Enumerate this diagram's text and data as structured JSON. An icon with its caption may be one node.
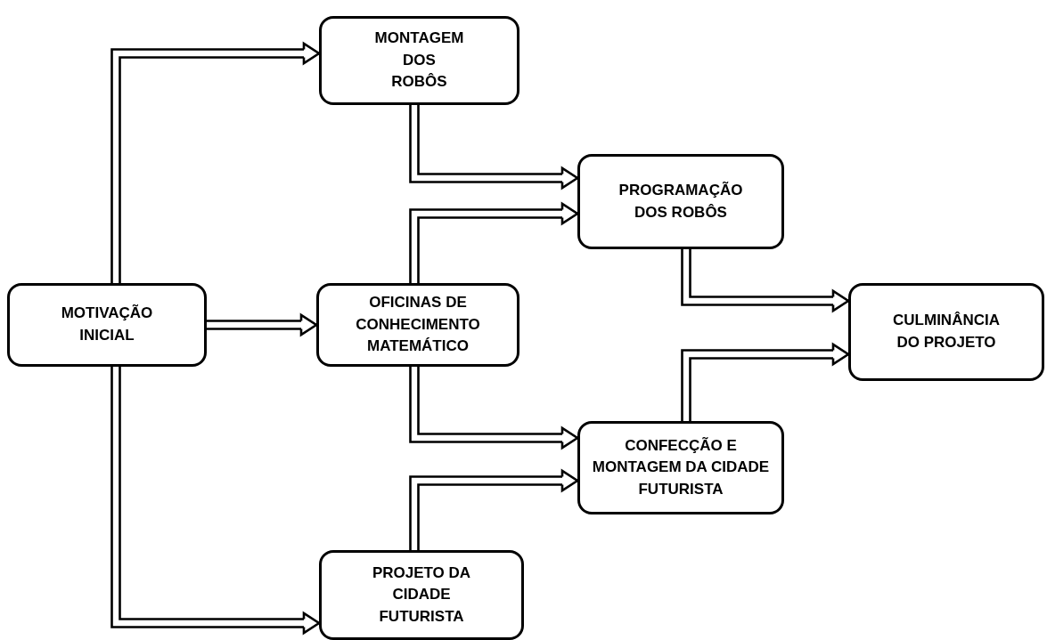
{
  "diagram": {
    "nodes": [
      {
        "text": [
          "MOTIVAÇÃO INICIAL"
        ]
      },
      {
        "text": [
          "MONTAGEM DOS ROBÔS"
        ]
      },
      {
        "text": [
          "OFICINAS DE CONHECIMENTO MATEMÁTICO"
        ]
      },
      {
        "text": [
          "PROJETO DA CIDADE FUTURISTA"
        ]
      },
      {
        "text": [
          "PROGRAMAÇÃO DOS ROBÔS"
        ]
      },
      {
        "text": [
          "CONFECÇÃO E MONTAGEM DA CIDADE FUTURISTA"
        ]
      },
      {
        "text": [
          "CULMINÂNCIA DO PROJETO"
        ]
      }
    ],
    "edges": [
      {
        "from": 0,
        "to": 1,
        "arrow": "to"
      },
      {
        "from": 0,
        "to": 2,
        "arrow": "to"
      },
      {
        "from": 0,
        "to": 3,
        "arrow": "to"
      },
      {
        "from": 1,
        "to": 4,
        "arrow": "to"
      },
      {
        "from": 2,
        "to": 4,
        "arrow": "to"
      },
      {
        "from": 2,
        "to": 5,
        "arrow": "to"
      },
      {
        "from": 3,
        "to": 5,
        "arrow": "to"
      },
      {
        "from": 4,
        "to": 6,
        "arrow": "to"
      },
      {
        "from": 5,
        "to": 6,
        "arrow": "to"
      }
    ]
  }
}
